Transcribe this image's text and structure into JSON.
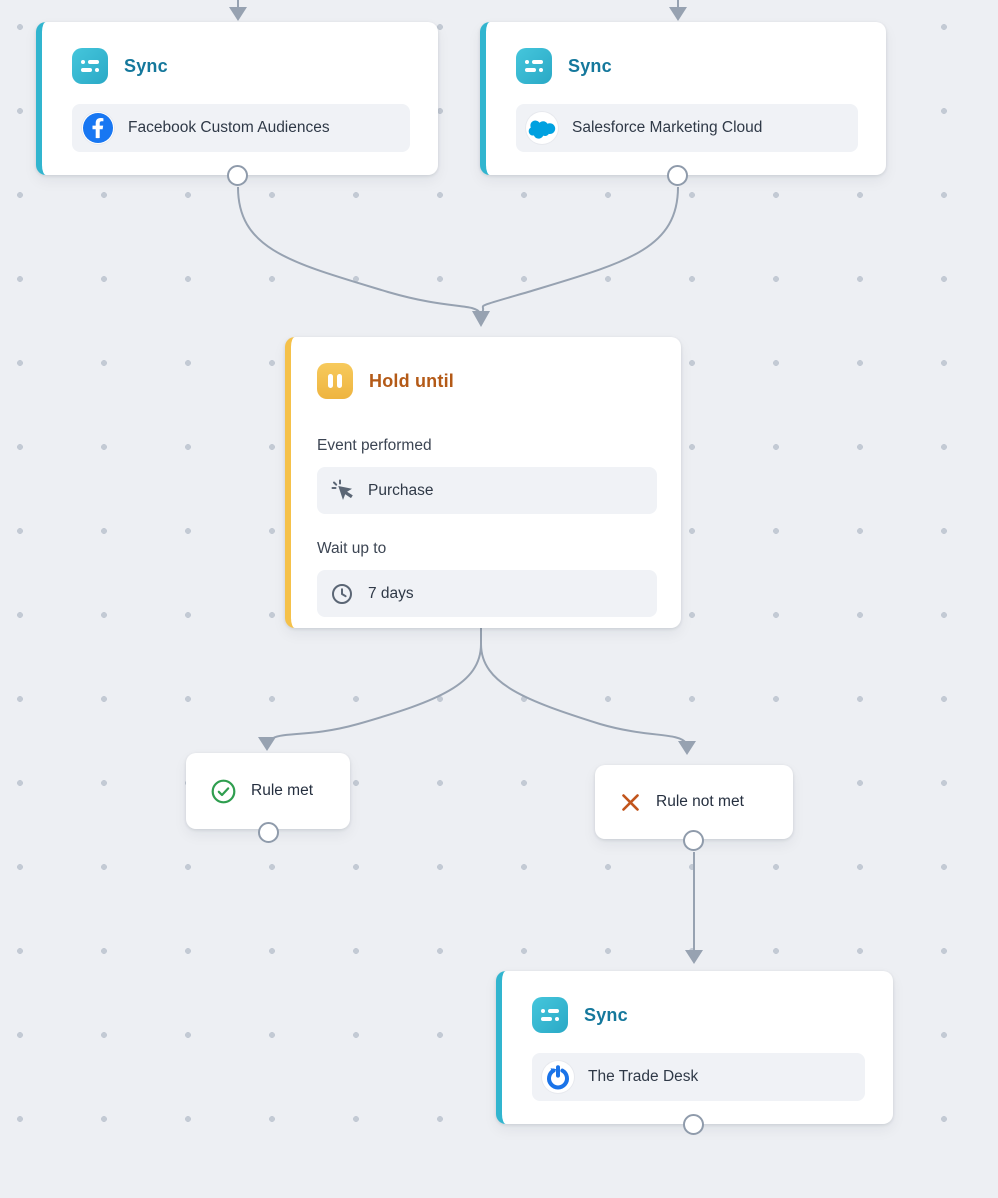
{
  "canvas": {
    "background_color": "#edeff3",
    "dot_color": "#c3cad4",
    "connector_color": "#97a2b1"
  },
  "nodes": {
    "sync_facebook": {
      "type_label": "Sync",
      "type_icon": "sync-icon",
      "accent_color": "#31b5cf",
      "title_color": "#15789c",
      "destination_icon": "facebook-icon",
      "destination_label": "Facebook Custom Audiences"
    },
    "sync_salesforce": {
      "type_label": "Sync",
      "type_icon": "sync-icon",
      "accent_color": "#31b5cf",
      "title_color": "#15789c",
      "destination_icon": "salesforce-cloud-icon",
      "destination_label": "Salesforce Marketing Cloud"
    },
    "hold_until": {
      "title": "Hold until",
      "type_icon": "pause-icon",
      "accent_color": "#f5c14a",
      "title_color": "#b45a17",
      "fields": [
        {
          "label": "Event performed",
          "icon": "cursor-click-icon",
          "value": "Purchase"
        },
        {
          "label": "Wait up to",
          "icon": "clock-icon",
          "value": "7 days"
        }
      ]
    },
    "rule_met": {
      "label": "Rule met",
      "icon": "check-circle-icon",
      "icon_color": "#2f9e4f"
    },
    "rule_not_met": {
      "label": "Rule not met",
      "icon": "x-icon",
      "icon_color": "#c2551c"
    },
    "sync_tradedesk": {
      "type_label": "Sync",
      "type_icon": "sync-icon",
      "accent_color": "#31b5cf",
      "title_color": "#15789c",
      "destination_icon": "tradedesk-icon",
      "destination_label": "The Trade Desk"
    }
  },
  "brand_colors": {
    "facebook_blue": "#1877f2",
    "salesforce_blue": "#00a1e0",
    "tradedesk_blue": "#1a73e8"
  }
}
